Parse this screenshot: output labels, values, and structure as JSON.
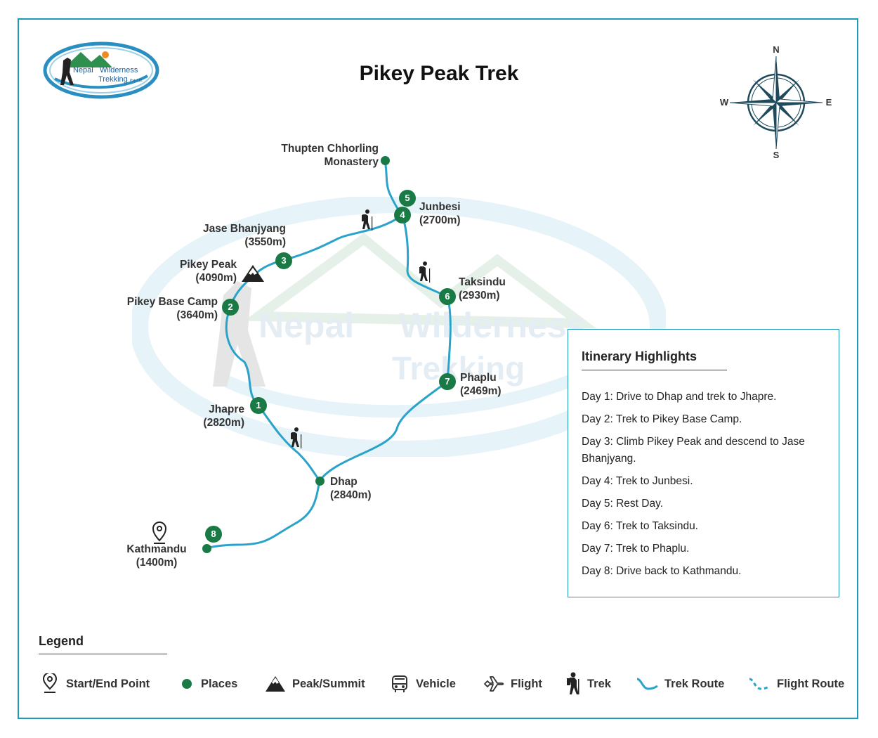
{
  "title": "Pikey Peak Trek",
  "logo": {
    "line1": "Nepal",
    "line2": "Wilderness",
    "line3": "Trekking",
    "suffix": "Pvt. Ltd."
  },
  "compass": {
    "n": "N",
    "s": "S",
    "e": "E",
    "w": "W"
  },
  "places": {
    "monastery": {
      "l1": "Thupten Chhorling",
      "l2": "Monastery"
    },
    "junbesi": {
      "l1": "Junbesi",
      "l2": "(2700m)"
    },
    "jase": {
      "l1": "Jase Bhanjyang",
      "l2": "(3550m)"
    },
    "pikey": {
      "l1": "Pikey Peak",
      "l2": "(4090m)"
    },
    "basecamp": {
      "l1": "Pikey Base Camp",
      "l2": "(3640m)"
    },
    "taksindu": {
      "l1": "Taksindu",
      "l2": "(2930m)"
    },
    "phaplu": {
      "l1": "Phaplu",
      "l2": "(2469m)"
    },
    "jhapre": {
      "l1": "Jhapre",
      "l2": "(2820m)"
    },
    "dhap": {
      "l1": "Dhap",
      "l2": "(2840m)"
    },
    "kathmandu": {
      "l1": "Kathmandu",
      "l2": "(1400m)"
    }
  },
  "badges": [
    "1",
    "2",
    "3",
    "4",
    "5",
    "6",
    "7",
    "8"
  ],
  "itinerary": {
    "title": "Itinerary Highlights",
    "days": [
      "Day 1: Drive to Dhap and trek to Jhapre.",
      "Day 2: Trek to Pikey Base Camp.",
      "Day 3: Climb Pikey Peak and descend to Jase Bhanjyang.",
      "Day 4: Trek to Junbesi.",
      "Day 5: Rest Day.",
      "Day 6: Trek to Taksindu.",
      "Day 7: Trek to Phaplu.",
      "Day 8: Drive back to Kathmandu."
    ]
  },
  "legend": {
    "title": "Legend",
    "items": [
      "Start/End Point",
      "Places",
      "Peak/Summit",
      "Vehicle",
      "Flight",
      "Trek",
      "Trek Route",
      "Flight Route"
    ]
  },
  "colors": {
    "route": "#29a3c9",
    "place": "#1a7a46",
    "border": "#1e9ab8",
    "compass": "#1f4a5c"
  }
}
